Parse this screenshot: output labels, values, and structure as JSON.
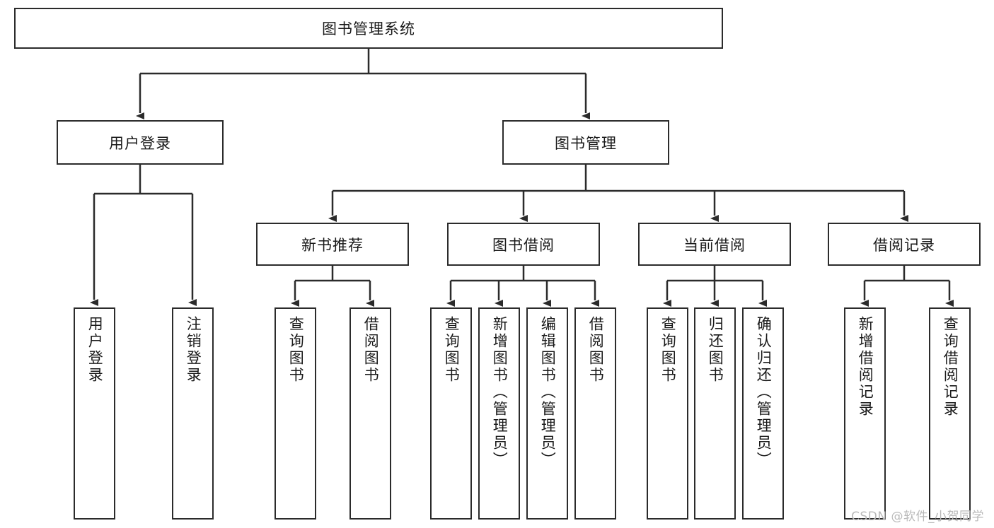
{
  "diagram": {
    "title": "图书管理系统",
    "watermark": "CSDN @软件_小贺同学",
    "levels": {
      "root": "图书管理系统",
      "level2": [
        "用户登录",
        "图书管理"
      ],
      "level3": [
        "新书推荐",
        "图书借阅",
        "当前借阅",
        "借阅记录"
      ]
    },
    "nodes": {
      "root": {
        "label": "图书管理系统"
      },
      "user_login": {
        "label": "用户登录"
      },
      "book_manage": {
        "label": "图书管理"
      },
      "new_book_rec": {
        "label": "新书推荐"
      },
      "book_borrow": {
        "label": "图书借阅"
      },
      "current_borrow": {
        "label": "当前借阅"
      },
      "borrow_record": {
        "label": "借阅记录"
      },
      "leaf_user_login": {
        "label": "用户登录"
      },
      "leaf_user_logout": {
        "label": "注销登录"
      },
      "leaf_rec_query": {
        "label": "查询图书"
      },
      "leaf_rec_borrow": {
        "label": "借阅图书"
      },
      "leaf_borrow_query": {
        "label": "查询图书"
      },
      "leaf_borrow_add": {
        "label": "新增图书（管理员）"
      },
      "leaf_borrow_edit": {
        "label": "编辑图书（管理员）"
      },
      "leaf_borrow_do": {
        "label": "借阅图书"
      },
      "leaf_cur_query": {
        "label": "查询图书"
      },
      "leaf_cur_return": {
        "label": "归还图书"
      },
      "leaf_cur_confirm": {
        "label": "确认归还（管理员）"
      },
      "leaf_rec_add": {
        "label": "新增借阅记录"
      },
      "leaf_rec_search": {
        "label": "查询借阅记录"
      }
    },
    "colors": {
      "stroke": "#2b2b2b",
      "fill": "#ffffff",
      "text": "#1a1a1a",
      "watermark": "#b9b9b9"
    }
  }
}
